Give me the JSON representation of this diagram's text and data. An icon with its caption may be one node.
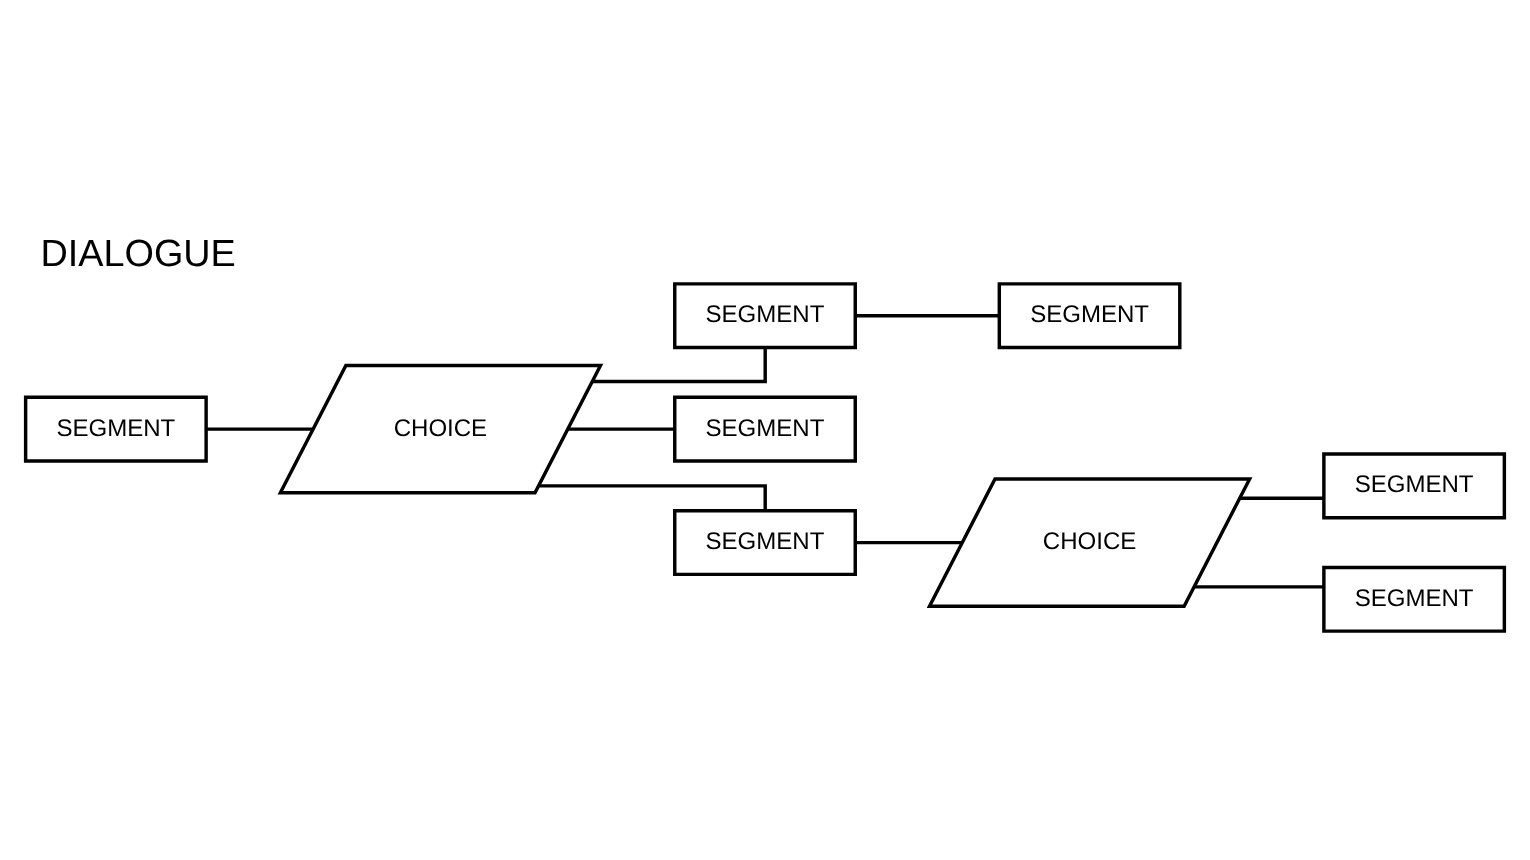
{
  "diagram": {
    "title": "DIALOGUE",
    "nodes": [
      {
        "text": [
          "SEGMENT"
        ]
      },
      {
        "text": [
          "CHOICE"
        ]
      },
      {
        "text": [
          "SEGMENT"
        ]
      },
      {
        "text": [
          "SEGMENT"
        ]
      },
      {
        "text": [
          "SEGMENT"
        ]
      },
      {
        "text": [
          "SEGMENT"
        ]
      },
      {
        "text": [
          "CHOICE"
        ]
      },
      {
        "text": [
          "SEGMENT"
        ]
      },
      {
        "text": [
          "SEGMENT"
        ]
      }
    ],
    "edges": [
      {
        "from": 0,
        "to": 1,
        "arrow": "none"
      },
      {
        "from": 1,
        "to": 2,
        "arrow": "none"
      },
      {
        "from": 2,
        "to": 3,
        "arrow": "none"
      },
      {
        "from": 1,
        "to": 4,
        "arrow": "none"
      },
      {
        "from": 1,
        "to": 5,
        "arrow": "none"
      },
      {
        "from": 5,
        "to": 6,
        "arrow": "none"
      },
      {
        "from": 6,
        "to": 7,
        "arrow": "none"
      },
      {
        "from": 6,
        "to": 8,
        "arrow": "none"
      }
    ]
  }
}
